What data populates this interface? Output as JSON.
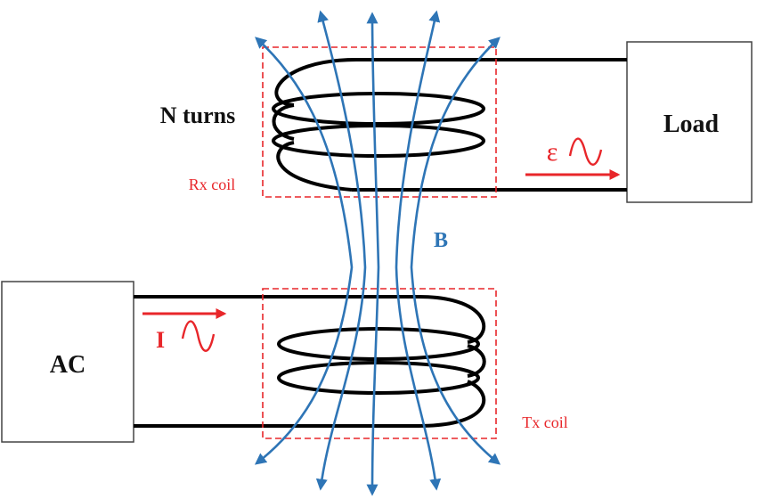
{
  "labels": {
    "n_turns": "N turns",
    "rx_coil": "Rx coil",
    "tx_coil": "Tx coil",
    "load": "Load",
    "ac": "AC",
    "field": "B",
    "current": "I",
    "emf": "ε"
  },
  "colors": {
    "wire": "#000000",
    "field_lines": "#2e75b6",
    "annotations": "#e8262a",
    "box_border": "#444444"
  }
}
